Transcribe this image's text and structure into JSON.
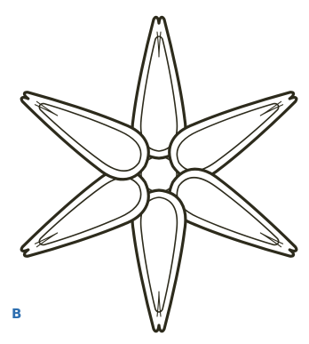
{
  "figure": {
    "panel_label": "B",
    "label_color": "#2e6fb0",
    "ink_color": "#2d2b1c",
    "petal_count": 6,
    "subject": "six-petal-star-drawing"
  }
}
